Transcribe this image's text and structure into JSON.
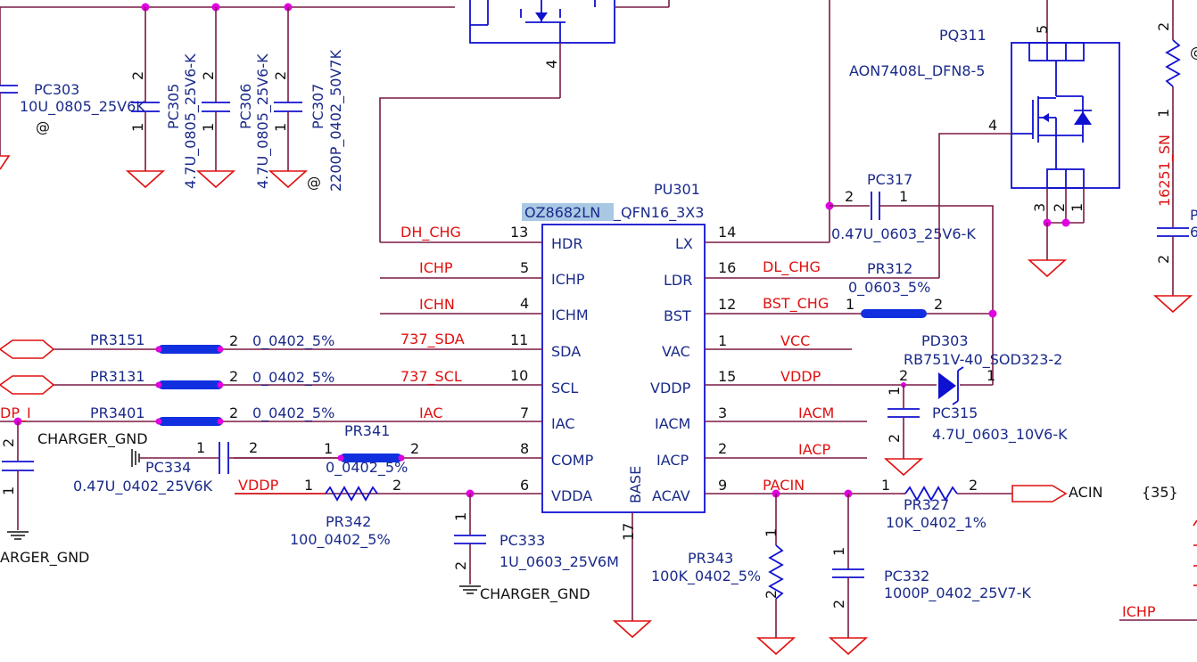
{
  "ic": {
    "ref": "PU301",
    "part_highlight": "OZ8682LN",
    "part_rest": "_QFN16_3X3",
    "base_label": "BASE",
    "base_pin": "17",
    "left_pins": [
      {
        "num": "13",
        "name": "HDR",
        "net": "DH_CHG"
      },
      {
        "num": "5",
        "name": "ICHP",
        "net": "ICHP"
      },
      {
        "num": "4",
        "name": "ICHM",
        "net": "ICHN"
      },
      {
        "num": "11",
        "name": "SDA",
        "net": "737_SDA"
      },
      {
        "num": "10",
        "name": "SCL",
        "net": "737_SCL"
      },
      {
        "num": "7",
        "name": "IAC",
        "net": "IAC"
      },
      {
        "num": "8",
        "name": "COMP",
        "net": ""
      },
      {
        "num": "6",
        "name": "VDDA",
        "net": ""
      }
    ],
    "right_pins": [
      {
        "num": "14",
        "name": "LX",
        "net": ""
      },
      {
        "num": "16",
        "name": "LDR",
        "net": "DL_CHG"
      },
      {
        "num": "12",
        "name": "BST",
        "net": "BST_CHG"
      },
      {
        "num": "1",
        "name": "VAC",
        "net": "VCC"
      },
      {
        "num": "15",
        "name": "VDDP",
        "net": "VDDP"
      },
      {
        "num": "3",
        "name": "IACM",
        "net": "IACM"
      },
      {
        "num": "2",
        "name": "IACP",
        "net": "IACP"
      },
      {
        "num": "9",
        "name": "ACAV",
        "net": "PACIN"
      }
    ]
  },
  "mosfet": {
    "ref": "PQ311",
    "part": "AON7408L_DFN8-5",
    "pin_gate": "4",
    "pin_top": "5",
    "pins_bottom": [
      "3",
      "2",
      "1"
    ]
  },
  "mosfet_top_pin": "4",
  "caps_top": [
    {
      "ref": "PC303",
      "value": "10U_0805_25V6K",
      "at": "@"
    },
    {
      "ref": "PC305",
      "value": "4.7U_0805_25V6-K",
      "p1": "2",
      "p2": "1"
    },
    {
      "ref": "PC306",
      "value": "4.7U_0805_25V6-K",
      "p1": "2",
      "p2": "1"
    },
    {
      "ref": "PC307",
      "value": "2200P_0402_50V7K",
      "p1": "2",
      "p2": "1",
      "at": "@"
    }
  ],
  "components": {
    "PC317": {
      "ref": "PC317",
      "value": "0.47U_0603_25V6-K",
      "p1": "2",
      "p2": "1"
    },
    "PR312": {
      "ref": "PR312",
      "value": "0_0603_5%",
      "p1": "1",
      "p2": "2"
    },
    "PD303": {
      "ref": "PD303",
      "value": "RB751V-40_SOD323-2",
      "p1": "2",
      "p2": "1"
    },
    "PC315": {
      "ref": "PC315",
      "value": "4.7U_0603_10V6-K",
      "p1": "1",
      "p2": "2"
    },
    "PR3151": {
      "ref": "PR3151",
      "value": "0_0402_5%",
      "p2": "2"
    },
    "PR3131": {
      "ref": "PR3131",
      "value": "0_0402_5%",
      "p2": "2"
    },
    "PR3401": {
      "ref": "PR3401",
      "value": "0_0402_5%",
      "p2": "2"
    },
    "PR341": {
      "ref": "PR341",
      "value": "0_0402_5%",
      "p1": "1",
      "p2": "2"
    },
    "PC334": {
      "ref": "PC334",
      "value": "0.47U_0402_25V6K",
      "p1": "1",
      "p2": "2"
    },
    "PR342": {
      "ref": "PR342",
      "value": "100_0402_5%",
      "p1": "1",
      "p2": "2"
    },
    "PC333": {
      "ref": "PC333",
      "value": "1U_0603_25V6M",
      "p1": "1",
      "p2": "2"
    },
    "PR343": {
      "ref": "PR343",
      "value": "100K_0402_5%",
      "p1": "1",
      "p2": "2"
    },
    "PC332": {
      "ref": "PC332",
      "value": "1000P_0402_25V7-K",
      "p1": "1",
      "p2": "2"
    },
    "PR327": {
      "ref": "PR327",
      "value": "10K_0402_1%",
      "p1": "1",
      "p2": "2"
    }
  },
  "nets": {
    "vddp_left": "VDDP",
    "acin": "ACIN",
    "acin_ref": "{35}",
    "charger_gnd": "CHARGER_GND",
    "charger_gnd_left": "ARGER_GND",
    "dp_i": "DP_I",
    "right_edge_net": "16251_SN",
    "right_edge_ichp": "ICHP",
    "right_edge_pin2a": "2",
    "right_edge_pin1": "1",
    "right_edge_pin2b": "2",
    "right_edge_at": "@",
    "right_edge_p": "P",
    "right_edge_6": "6",
    "left_pin2": "2",
    "left_pin1": "1"
  }
}
